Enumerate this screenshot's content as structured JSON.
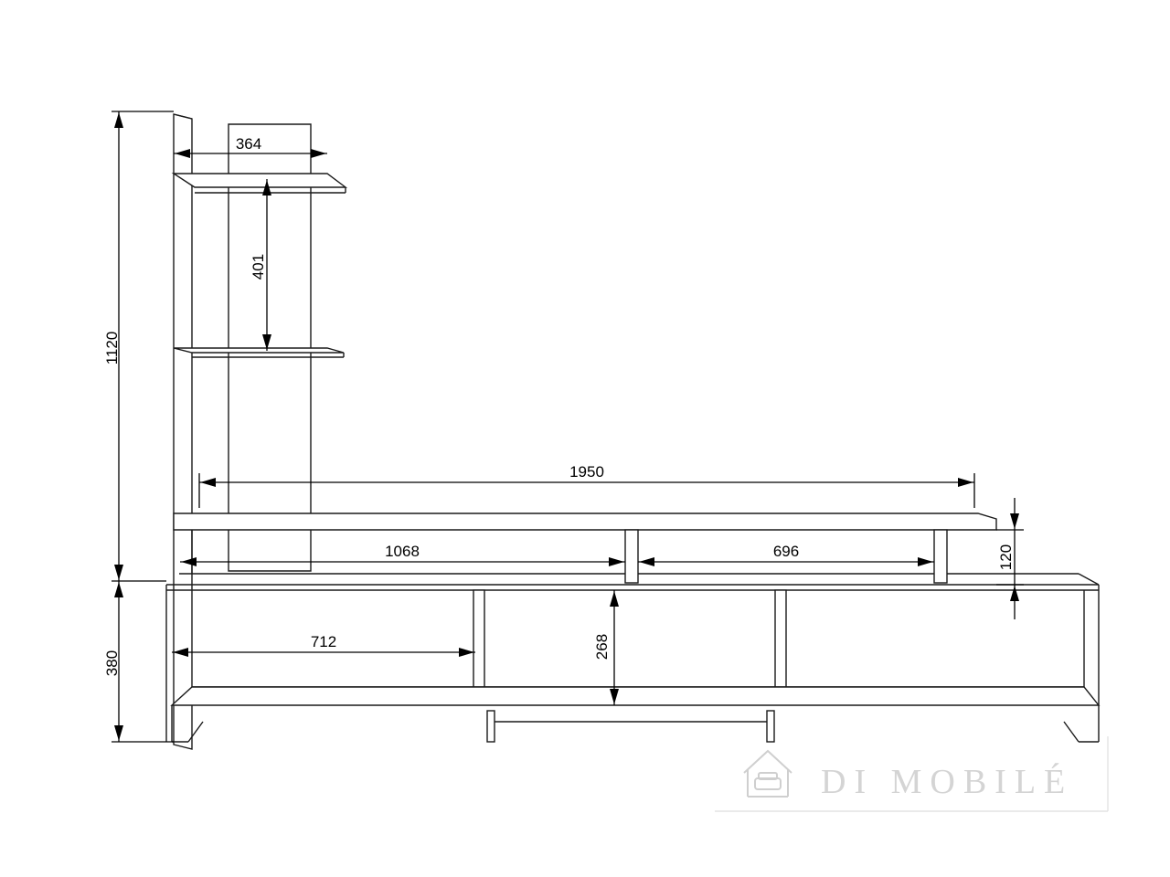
{
  "dimensions": {
    "total_height": "1120",
    "base_height": "380",
    "shelf_depth": "364",
    "shelf_spacing": "401",
    "top_width": "1950",
    "left_span": "1068",
    "right_span": "696",
    "step_height": "120",
    "cell_width": "712",
    "cell_height": "268"
  },
  "watermark": {
    "brand": "DI MOBILÉ",
    "icon": "sofa-house-icon"
  },
  "colors": {
    "line": "#1a1a1a",
    "watermark": "#d4d4d4"
  }
}
